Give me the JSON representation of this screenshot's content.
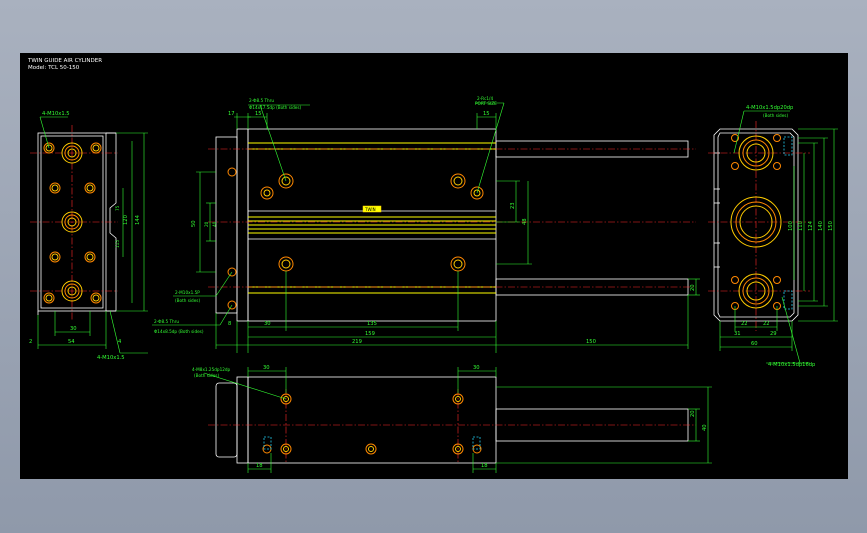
{
  "title_block": {
    "line1": "TWIN GUIDE AIR CYLINDER",
    "line2": "Model: TCL 50-150"
  },
  "front_view": {
    "callout_top": "4-M10x1.5",
    "callout_bottom": "4-M10x1.5",
    "dims": {
      "d30": "30",
      "d54": "54",
      "d4": "4",
      "d2": "2",
      "d75": "75",
      "d115": "115",
      "d120": "120",
      "d144": "144"
    }
  },
  "side_view": {
    "callout_left1": "2-Φ8.5 Thru",
    "callout_left2": "Φ14x17.5dp (Both sides)",
    "callout_port": "2-Rc1/4",
    "callout_port_sub": "PORT SIZE",
    "callout_mid1": "2-M10x1.5P",
    "callout_mid1_sub": "(Both sides)",
    "callout_mid2": "2-Φ8.5 Thru",
    "callout_mid2_sub": "Φ14x8.5dp (Both sides)",
    "label_plate": "TWIN",
    "dims": {
      "d17": "17",
      "d15": "15",
      "d15b": "15",
      "d50": "50",
      "d20": "20",
      "d40": "40",
      "d23": "23",
      "d48": "48",
      "d20r": "20",
      "d30": "30",
      "d135": "135",
      "d8": "8",
      "d159": "159",
      "d219": "219",
      "d150": "150"
    }
  },
  "rear_view": {
    "callout_top": "4-M10x1.5dp20dp",
    "callout_top_sub": "(Both sides)",
    "callout_bottom": "4-M10x1.5dp16dp",
    "dims": {
      "d22": "22",
      "d22b": "22",
      "d31": "31",
      "d29": "29",
      "d60": "60",
      "d100": "100",
      "d110": "110",
      "d124": "124",
      "d140": "140",
      "d150": "150"
    }
  },
  "top_view": {
    "callout": "4-M8x1.25dp12dp",
    "callout_sub": "(Both sides)",
    "dims": {
      "d30": "30",
      "d30b": "30",
      "d18": "18",
      "d18b": "18",
      "d20": "20",
      "d40": "40"
    }
  }
}
